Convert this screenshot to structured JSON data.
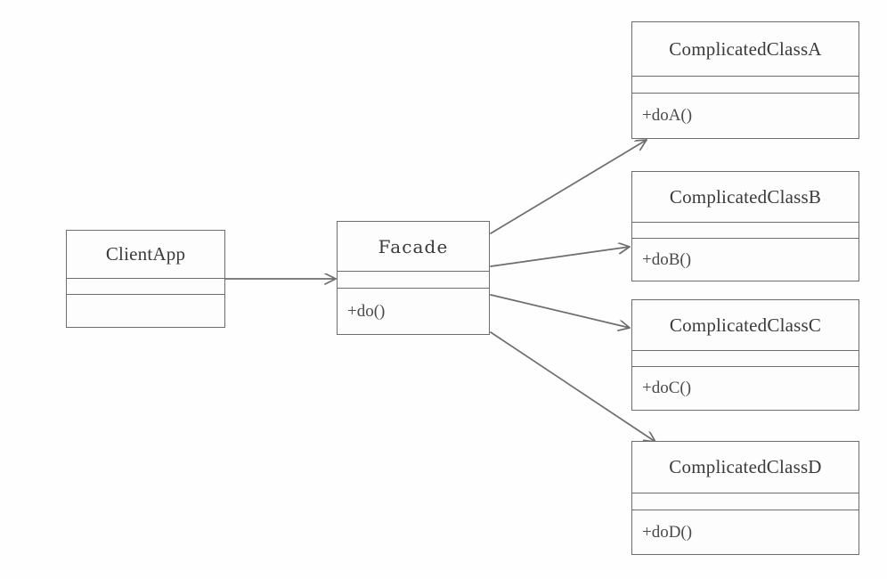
{
  "diagram": {
    "type": "uml-class-diagram",
    "pattern_name": "Facade",
    "background_color": "#fefefe",
    "line_color": "#6d6d6d",
    "text_color": "#3a3a3a",
    "classes": [
      {
        "id": "clientapp",
        "name": "ClientApp",
        "attributes": [],
        "operations": []
      },
      {
        "id": "facade",
        "name": "Facade",
        "attributes": [],
        "operations": [
          "+do()"
        ]
      },
      {
        "id": "classa",
        "name": "ComplicatedClassA",
        "attributes": [],
        "operations": [
          "+doA()"
        ]
      },
      {
        "id": "classb",
        "name": "ComplicatedClassB",
        "attributes": [],
        "operations": [
          "+doB()"
        ]
      },
      {
        "id": "classc",
        "name": "ComplicatedClassC",
        "attributes": [],
        "operations": [
          "+doC()"
        ]
      },
      {
        "id": "classd",
        "name": "ComplicatedClassD",
        "attributes": [],
        "operations": [
          "+doD()"
        ]
      }
    ],
    "relationships": [
      {
        "id": "client-to-facade",
        "from": "clientapp",
        "to": "facade",
        "style": "open-arrow"
      },
      {
        "id": "facade-to-classa",
        "from": "facade",
        "to": "classa",
        "style": "open-arrow"
      },
      {
        "id": "facade-to-classb",
        "from": "facade",
        "to": "classb",
        "style": "open-arrow"
      },
      {
        "id": "facade-to-classc",
        "from": "facade",
        "to": "classc",
        "style": "open-arrow"
      },
      {
        "id": "facade-to-classd",
        "from": "facade",
        "to": "classd",
        "style": "open-arrow"
      }
    ]
  }
}
